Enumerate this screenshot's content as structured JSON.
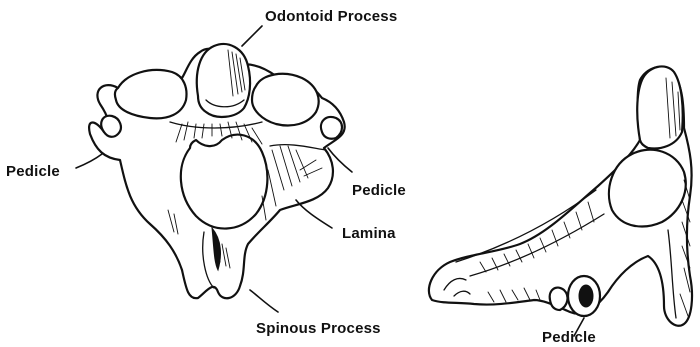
{
  "labels": {
    "odontoid_process": "Odontoid Process",
    "pedicle_left": "Pedicle",
    "pedicle_right": "Pedicle",
    "lamina": "Lamina",
    "spinous_process": "Spinous Process",
    "pedicle_lateral": "Pedicle"
  }
}
